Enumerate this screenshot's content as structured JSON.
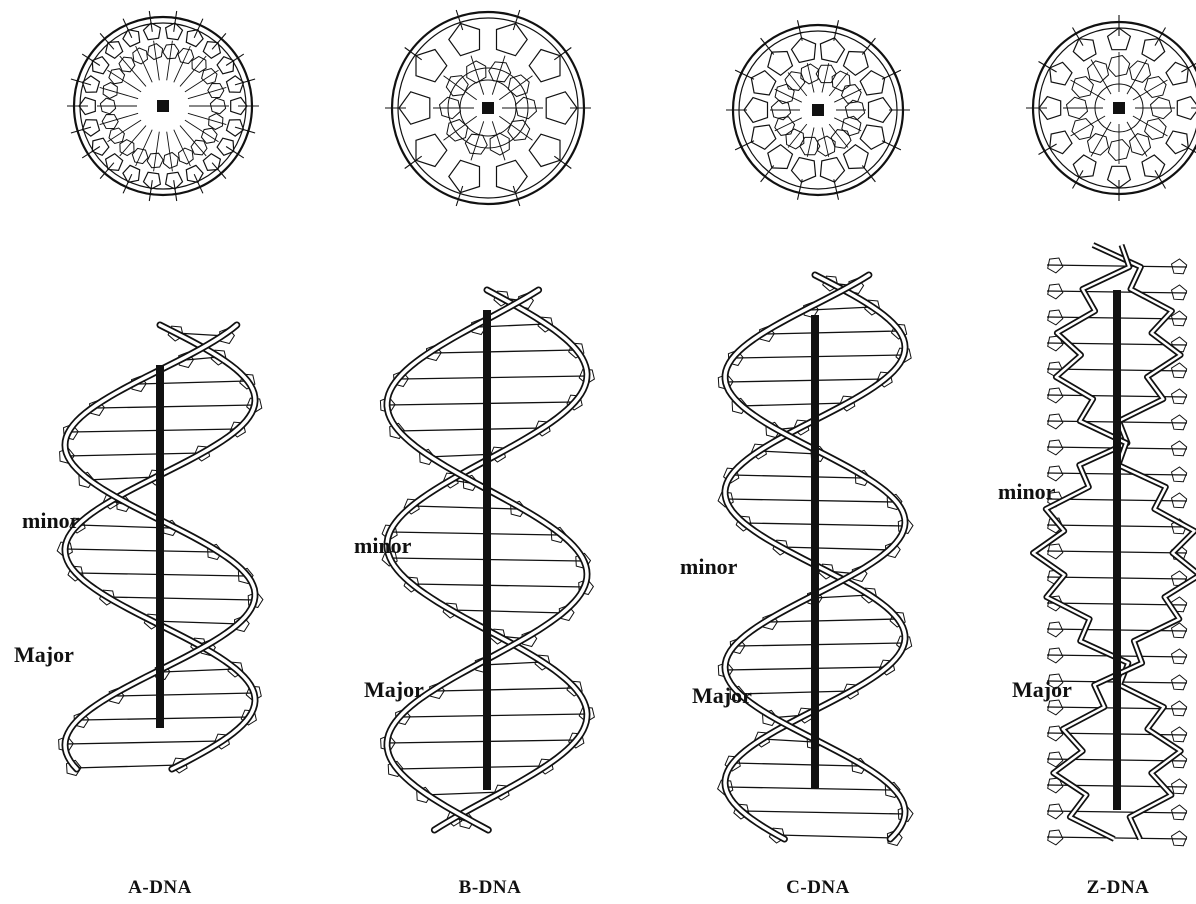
{
  "figure": {
    "panels": [
      {
        "id": "a",
        "caption": "A-DNA",
        "labels": {
          "minor": "minor",
          "major": "Major"
        }
      },
      {
        "id": "b",
        "caption": "B-DNA",
        "labels": {
          "minor": "minor",
          "major": "Major"
        }
      },
      {
        "id": "c",
        "caption": "C-DNA",
        "labels": {
          "minor": "minor",
          "major": "Major"
        }
      },
      {
        "id": "z",
        "caption": "Z-DNA",
        "labels": {
          "minor": "minor",
          "major": "Major"
        }
      }
    ]
  },
  "colors": {
    "ink": "#111111",
    "strand_fill": "#ffffff",
    "background": "#ffffff"
  }
}
